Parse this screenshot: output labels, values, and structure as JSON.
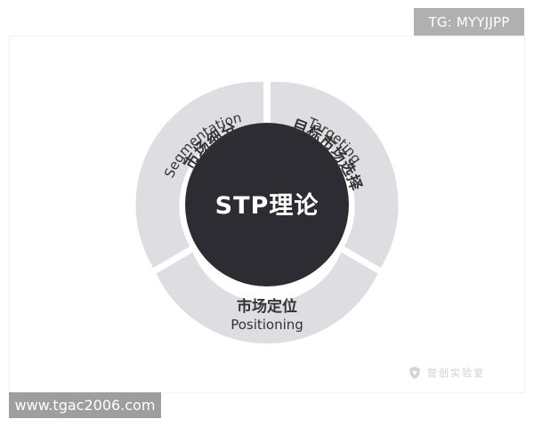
{
  "top_badge": "TG: MYYJJPP",
  "bottom_badge": "www.tgac2006.com",
  "watermark": {
    "text": "营创实验室",
    "icon": "shield-logo-icon"
  },
  "diagram": {
    "center_label": "STP理论",
    "segments": [
      {
        "en": "Segmentation",
        "zh": "市场细分"
      },
      {
        "en": "Targeting",
        "zh": "目标市场选择"
      },
      {
        "zh": "市场定位",
        "en": "Positioning"
      }
    ],
    "colors": {
      "segment": "#dedde2",
      "center": "#2e2c33",
      "center_text": "#ffffff",
      "text": "#333333"
    }
  }
}
